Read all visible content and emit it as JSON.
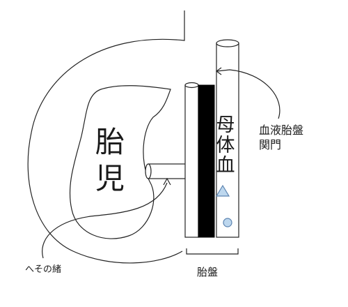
{
  "labels": {
    "fetus": [
      "胎",
      "児"
    ],
    "maternal_blood": [
      "母",
      "体",
      "血"
    ],
    "blood_placental_barrier": [
      "血液胎盤",
      "関門"
    ],
    "umbilical_cord": "へその緒",
    "placenta": "胎盤"
  },
  "colors": {
    "line": "#222222",
    "barrier_fill": "#000000",
    "triangle_fill": "#bdd7ee",
    "triangle_stroke": "#5b83b0",
    "circle_fill": "#bdd7ee",
    "circle_stroke": "#5b83b0",
    "background": "#ffffff"
  }
}
